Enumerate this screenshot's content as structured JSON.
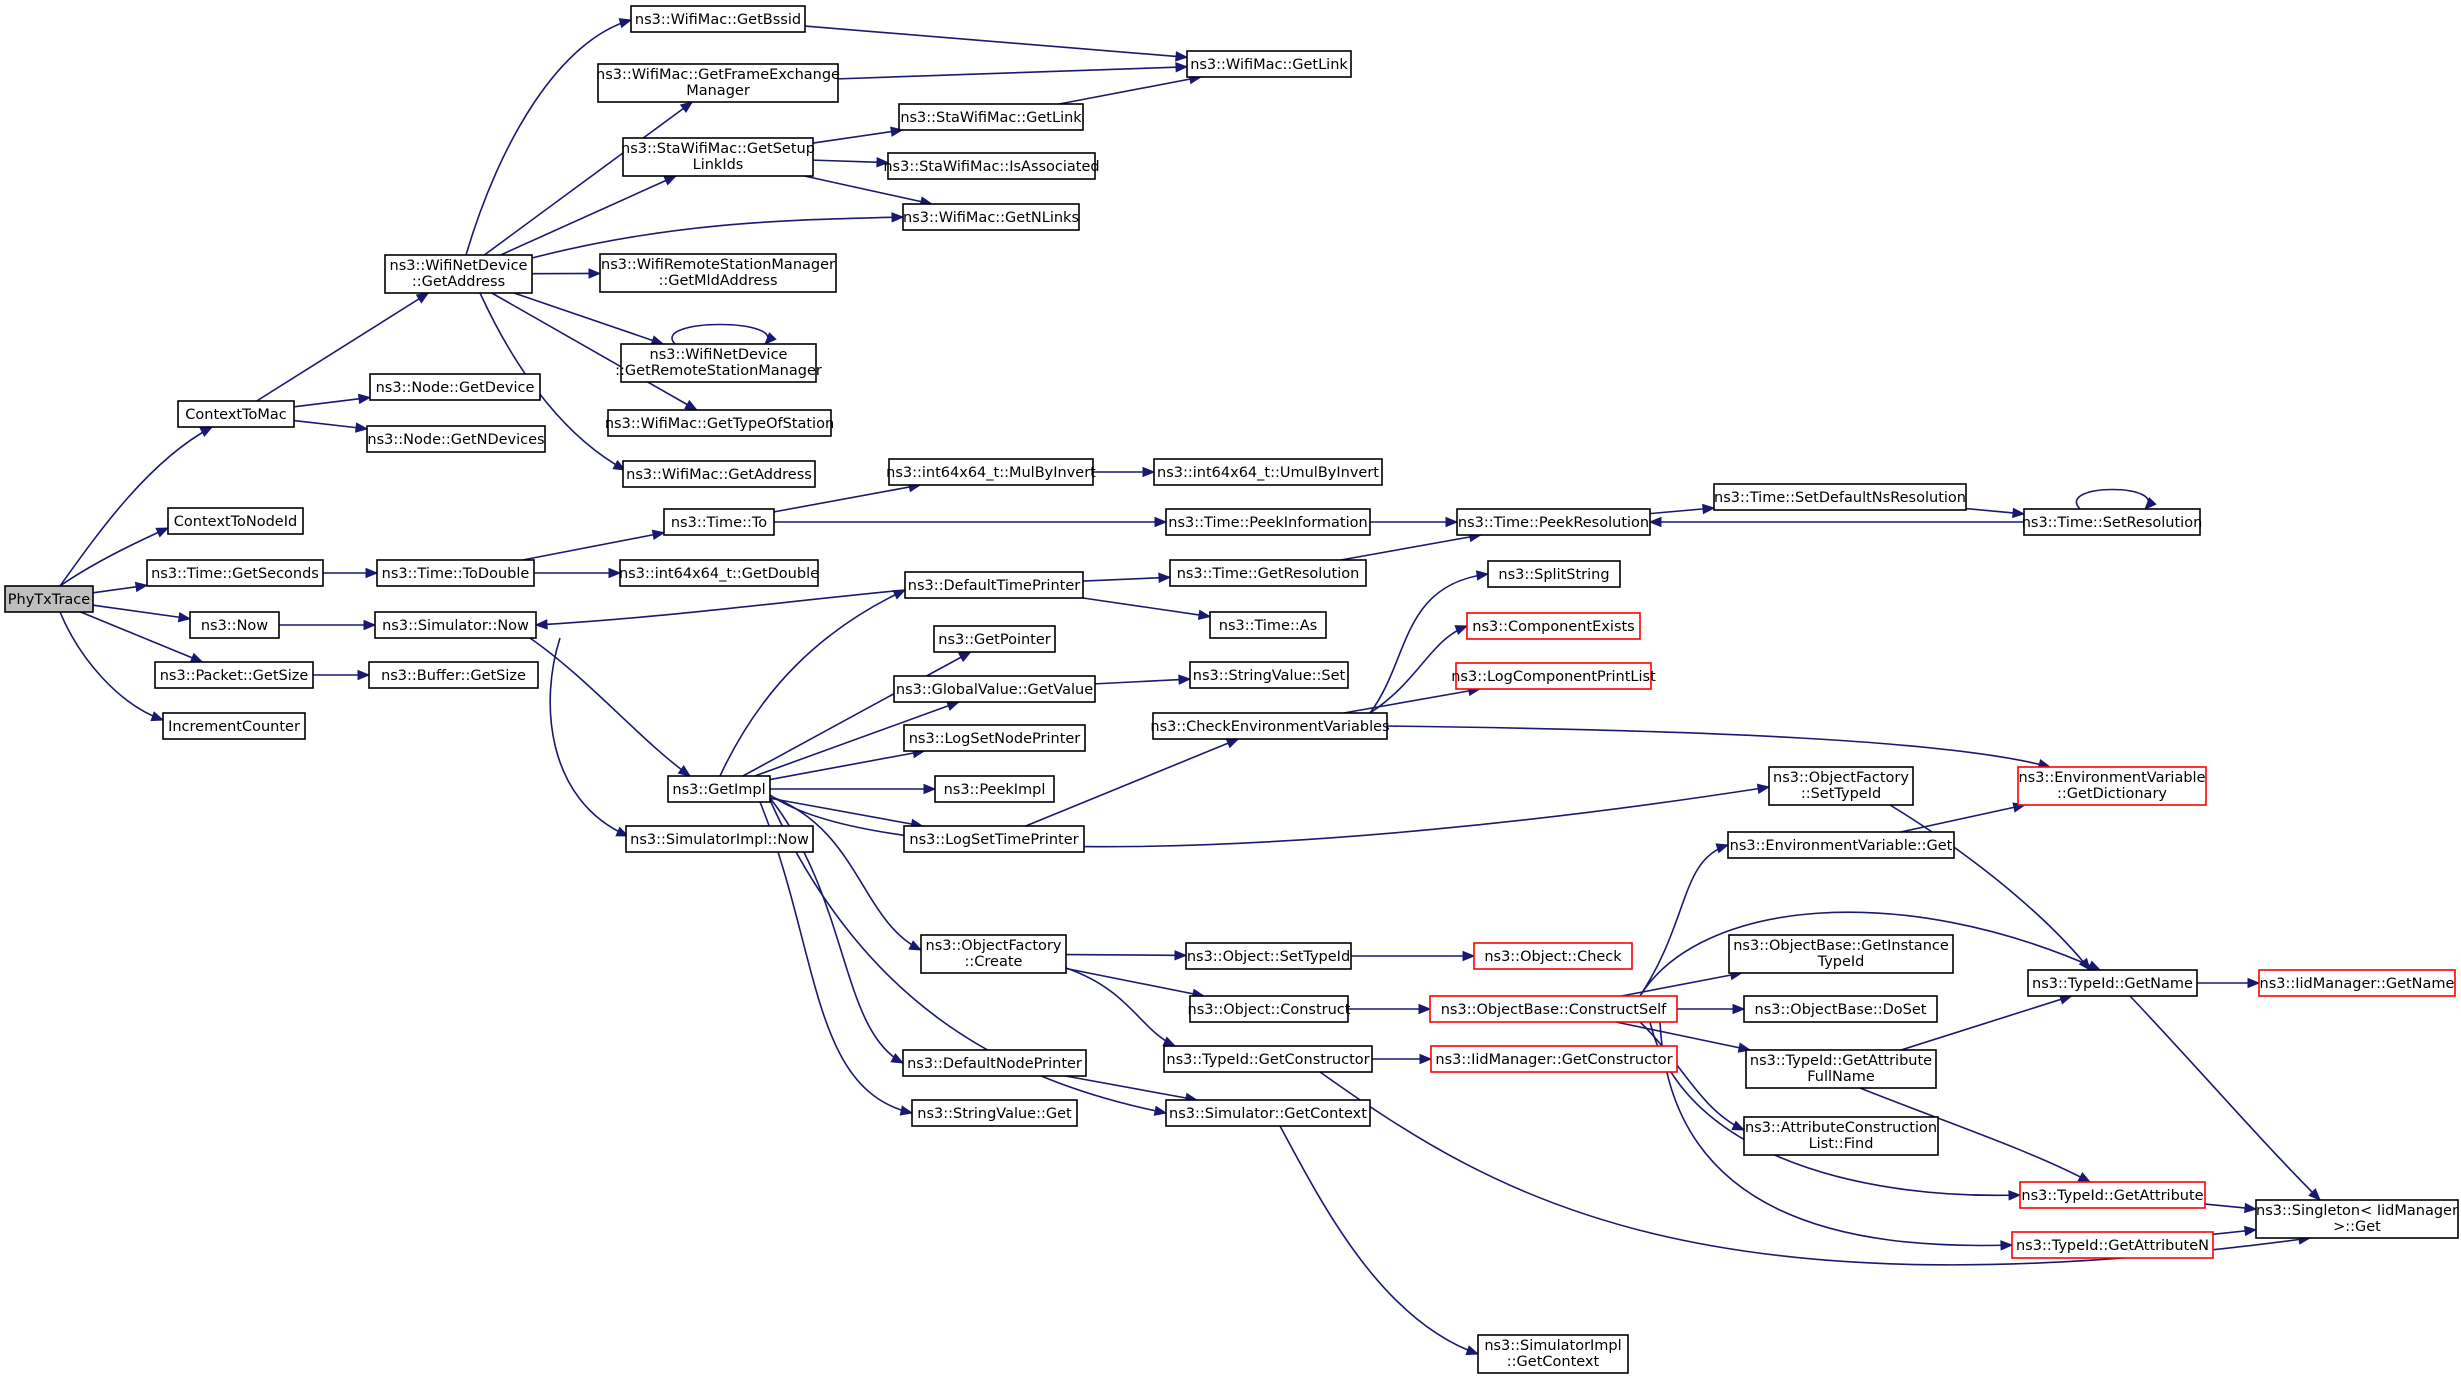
{
  "nodes": [
    {
      "id": "phytxtrace",
      "lines": [
        "PhyTxTrace"
      ],
      "root": true
    },
    {
      "id": "contexttomac",
      "lines": [
        "ContextToMac"
      ]
    },
    {
      "id": "contexttonodeid",
      "lines": [
        "ContextToNodeId"
      ]
    },
    {
      "id": "time_getseconds",
      "lines": [
        "ns3::Time::GetSeconds"
      ]
    },
    {
      "id": "now",
      "lines": [
        "ns3::Now"
      ]
    },
    {
      "id": "packet_getsize",
      "lines": [
        "ns3::Packet::GetSize"
      ]
    },
    {
      "id": "incrementcounter",
      "lines": [
        "IncrementCounter"
      ]
    },
    {
      "id": "wifinetdevice_getaddress",
      "lines": [
        "ns3::WifiNetDevice",
        "::GetAddress"
      ]
    },
    {
      "id": "node_getdevice",
      "lines": [
        "ns3::Node::GetDevice"
      ]
    },
    {
      "id": "node_getndevices",
      "lines": [
        "ns3::Node::GetNDevices"
      ]
    },
    {
      "id": "time_todouble",
      "lines": [
        "ns3::Time::ToDouble"
      ]
    },
    {
      "id": "simulator_now",
      "lines": [
        "ns3::Simulator::Now"
      ]
    },
    {
      "id": "buffer_getsize",
      "lines": [
        "ns3::Buffer::GetSize"
      ]
    },
    {
      "id": "wifimac_getbssid",
      "lines": [
        "ns3::WifiMac::GetBssid"
      ]
    },
    {
      "id": "wifimac_getframeexchangemanager",
      "lines": [
        "ns3::WifiMac::GetFrameExchange",
        "Manager"
      ]
    },
    {
      "id": "stawifimac_getsetuplinkids",
      "lines": [
        "ns3::StaWifiMac::GetSetup",
        "LinkIds"
      ]
    },
    {
      "id": "wifiremotestationmanager_getmldaddress",
      "lines": [
        "ns3::WifiRemoteStationManager",
        "::GetMldAddress"
      ]
    },
    {
      "id": "wifinetdevice_getremotestationmanager",
      "lines": [
        "ns3::WifiNetDevice",
        "::GetRemoteStationManager"
      ]
    },
    {
      "id": "wifimac_gettypeofstation",
      "lines": [
        "ns3::WifiMac::GetTypeOfStation"
      ]
    },
    {
      "id": "wifimac_getaddress",
      "lines": [
        "ns3::WifiMac::GetAddress"
      ]
    },
    {
      "id": "wifimac_getlink",
      "lines": [
        "ns3::WifiMac::GetLink"
      ]
    },
    {
      "id": "stawifimac_getlink",
      "lines": [
        "ns3::StaWifiMac::GetLink"
      ]
    },
    {
      "id": "stawifimac_isassociated",
      "lines": [
        "ns3::StaWifiMac::IsAssociated"
      ]
    },
    {
      "id": "wifimac_getnlinks",
      "lines": [
        "ns3::WifiMac::GetNLinks"
      ]
    },
    {
      "id": "time_to",
      "lines": [
        "ns3::Time::To"
      ]
    },
    {
      "id": "int64_getdouble",
      "lines": [
        "ns3::int64x64_t::GetDouble"
      ]
    },
    {
      "id": "int64_mulbyinvert",
      "lines": [
        "ns3::int64x64_t::MulByInvert"
      ]
    },
    {
      "id": "int64_umulbyinvert",
      "lines": [
        "ns3::int64x64_t::UmulByInvert"
      ]
    },
    {
      "id": "time_peekinformation",
      "lines": [
        "ns3::Time::PeekInformation"
      ]
    },
    {
      "id": "time_peekresolution",
      "lines": [
        "ns3::Time::PeekResolution"
      ]
    },
    {
      "id": "time_setdefaultnsresolution",
      "lines": [
        "ns3::Time::SetDefaultNsResolution"
      ]
    },
    {
      "id": "time_setresolution",
      "lines": [
        "ns3::Time::SetResolution"
      ]
    },
    {
      "id": "defaulttimeprinter",
      "lines": [
        "ns3::DefaultTimePrinter"
      ]
    },
    {
      "id": "time_getresolution",
      "lines": [
        "ns3::Time::GetResolution"
      ]
    },
    {
      "id": "time_as",
      "lines": [
        "ns3::Time::As"
      ]
    },
    {
      "id": "getimpl",
      "lines": [
        "ns3::GetImpl"
      ]
    },
    {
      "id": "simulatorimpl_now",
      "lines": [
        "ns3::SimulatorImpl::Now"
      ]
    },
    {
      "id": "getpointer",
      "lines": [
        "ns3::GetPointer"
      ]
    },
    {
      "id": "globalvalue_getvalue",
      "lines": [
        "ns3::GlobalValue::GetValue"
      ]
    },
    {
      "id": "stringvalue_set",
      "lines": [
        "ns3::StringValue::Set"
      ]
    },
    {
      "id": "logsetnodeprinter",
      "lines": [
        "ns3::LogSetNodePrinter"
      ]
    },
    {
      "id": "peekimpl",
      "lines": [
        "ns3::PeekImpl"
      ]
    },
    {
      "id": "logsettimeprinter",
      "lines": [
        "ns3::LogSetTimePrinter"
      ]
    },
    {
      "id": "splitstring",
      "lines": [
        "ns3::SplitString"
      ]
    },
    {
      "id": "componentexists",
      "lines": [
        "ns3::ComponentExists"
      ],
      "red": true
    },
    {
      "id": "logcomponentprintlist",
      "lines": [
        "ns3::LogComponentPrintList"
      ],
      "red": true
    },
    {
      "id": "checkenvironmentvariables",
      "lines": [
        "ns3::CheckEnvironmentVariables"
      ]
    },
    {
      "id": "environmentvariable_getdictionary",
      "lines": [
        "ns3::EnvironmentVariable",
        "::GetDictionary"
      ],
      "red": true
    },
    {
      "id": "objectfactory_settypeid",
      "lines": [
        "ns3::ObjectFactory",
        "::SetTypeId"
      ]
    },
    {
      "id": "environmentvariable_get",
      "lines": [
        "ns3::EnvironmentVariable::Get"
      ]
    },
    {
      "id": "objectfactory_create",
      "lines": [
        "ns3::ObjectFactory",
        "::Create"
      ]
    },
    {
      "id": "object_settypeid",
      "lines": [
        "ns3::Object::SetTypeId"
      ]
    },
    {
      "id": "object_check",
      "lines": [
        "ns3::Object::Check"
      ],
      "red": true
    },
    {
      "id": "object_construct",
      "lines": [
        "ns3::Object::Construct"
      ]
    },
    {
      "id": "objectbase_constructself",
      "lines": [
        "ns3::ObjectBase::ConstructSelf"
      ],
      "red": true
    },
    {
      "id": "objectbase_getinstancetypeid",
      "lines": [
        "ns3::ObjectBase::GetInstance",
        "TypeId"
      ]
    },
    {
      "id": "objectbase_doset",
      "lines": [
        "ns3::ObjectBase::DoSet"
      ]
    },
    {
      "id": "typeid_getname",
      "lines": [
        "ns3::TypeId::GetName"
      ]
    },
    {
      "id": "iidmanager_getname",
      "lines": [
        "ns3::IidManager::GetName"
      ],
      "red": true
    },
    {
      "id": "typeid_getattributefullname",
      "lines": [
        "ns3::TypeId::GetAttribute",
        "FullName"
      ]
    },
    {
      "id": "attributeconstructionlist_find",
      "lines": [
        "ns3::AttributeConstruction",
        "List::Find"
      ]
    },
    {
      "id": "typeid_getattribute",
      "lines": [
        "ns3::TypeId::GetAttribute"
      ],
      "red": true
    },
    {
      "id": "typeid_getattributen",
      "lines": [
        "ns3::TypeId::GetAttributeN"
      ],
      "red": true
    },
    {
      "id": "singleton_get",
      "lines": [
        "ns3::Singleton< IidManager",
        ">::Get"
      ]
    },
    {
      "id": "typeid_getconstructor",
      "lines": [
        "ns3::TypeId::GetConstructor"
      ]
    },
    {
      "id": "iidmanager_getconstructor",
      "lines": [
        "ns3::IidManager::GetConstructor"
      ],
      "red": true
    },
    {
      "id": "defaultnodeprinter",
      "lines": [
        "ns3::DefaultNodePrinter"
      ]
    },
    {
      "id": "stringvalue_get",
      "lines": [
        "ns3::StringValue::Get"
      ]
    },
    {
      "id": "simulator_getcontext",
      "lines": [
        "ns3::Simulator::GetContext"
      ]
    },
    {
      "id": "simulatorimpl_getcontext",
      "lines": [
        "ns3::SimulatorImpl",
        "::GetContext"
      ]
    }
  ]
}
